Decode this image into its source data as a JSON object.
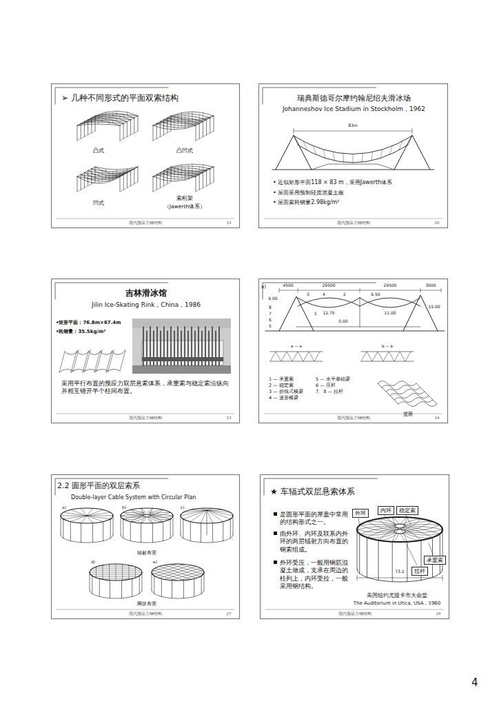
{
  "diagram": {
    "nodes": [
      {
        "text": [
          "➢ 几种不同形式的平面双索结构"
        ]
      },
      {
        "text": [
          "瑞典斯德哥尔摩约翰尼绍夫滑冰场",
          "Johanneshov Ice Stadium in Stockholm，1962",
          "• 近似矩形平面118 × 83 m，采用Jawerth体系",
          "• 屋面采用预制轻质混凝土板",
          "• 屋面索耗钢量2.98kg/m²"
        ]
      },
      {
        "text": [
          "吉林滑冰馆",
          "Jilin Ice-Skating Rink，China，1986",
          "•矩形平面：76.8m×67.4m",
          "•耗钢量：35.5kg/m²",
          "采用平行布置的预应力双层悬索体系，承重索与稳定索沿纵向并相互错开半个柱间布置。"
        ]
      },
      {
        "text": [
          "1 — 承重索",
          "2 — 稳定索",
          "3 — 折线式横梁",
          "4 — 波形横梁",
          "5 — 水平基础梁",
          "6 — 压杆",
          "7、8 — 拉杆"
        ]
      },
      {
        "text": [
          "2.2 圆形平面的双层索系",
          "Double-layer Cable System with Circular Plan"
        ]
      },
      {
        "text": [
          "★ 车辐式双层悬索体系",
          "是圆形平面的屋盖中常用的结构形式之一。",
          "由外环、内环及联系内外环的两层辐射方向布置的钢索组成。",
          "外环受压，一般用钢筋混凝土做成，支承在周边的柱列上，内环受拉，一般采用钢结构。",
          "美国纽约尤提卡市大会堂",
          "The Auditorium in Utica, USA，1960"
        ]
      },
      {
        "text": [
          "外环"
        ],
        "in": 5
      },
      {
        "text": [
          "内环"
        ],
        "in": 5
      },
      {
        "text": [
          "稳定索"
        ],
        "in": 5
      },
      {
        "text": [
          "承重索"
        ],
        "in": 5
      },
      {
        "text": [
          "拉杆"
        ],
        "in": 5
      }
    ],
    "labels": [
      "凸式",
      "凸凹式",
      "凹式",
      "索桁架",
      "（Jawerth体系）",
      "83m",
      "a)",
      "4500",
      "29500",
      "29500",
      "3000",
      "9.00",
      "6.50",
      "15.00",
      "12.75",
      "11.00",
      "0.00",
      "1",
      "2",
      "3",
      "4",
      "5",
      "6",
      "7",
      "8",
      "a — a",
      "b — b",
      "屋面",
      "a)",
      "b)",
      "c)",
      "辐射布置",
      "d)",
      "e)",
      "网状布置",
      "73.2",
      "现代预应力钢结构",
      "19",
      "现代预应力钢结构",
      "20",
      "现代预应力钢结构",
      "23",
      "现代预应力钢结构",
      "24",
      "现代预应力钢结构",
      "27",
      "现代预应力钢结构",
      "28",
      "4"
    ]
  }
}
